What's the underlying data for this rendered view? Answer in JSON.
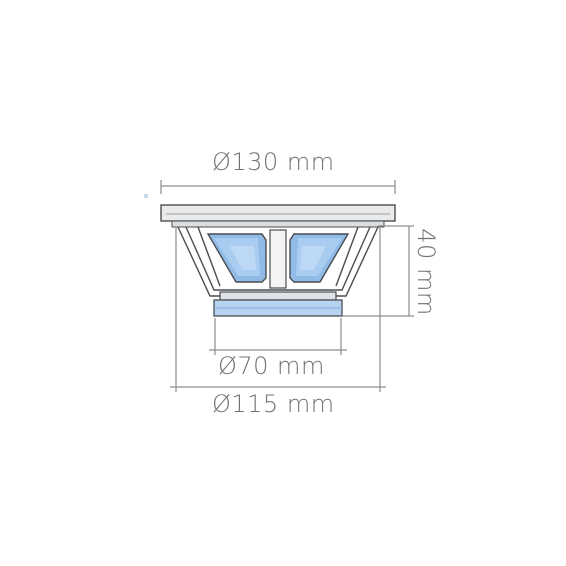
{
  "dimensions": {
    "outer_diameter": "Ø130 mm",
    "magnet_diameter": "Ø70 mm",
    "cutout_diameter": "Ø115 mm",
    "depth": "40 mm"
  },
  "colors": {
    "line": "#8a8d90",
    "outline": "#4a4d50",
    "cone_blue": "#9fc6ec",
    "cone_blue_dark": "#6e9fd1",
    "frame_fill": "#e9eaeb",
    "label": "#6f7276"
  }
}
